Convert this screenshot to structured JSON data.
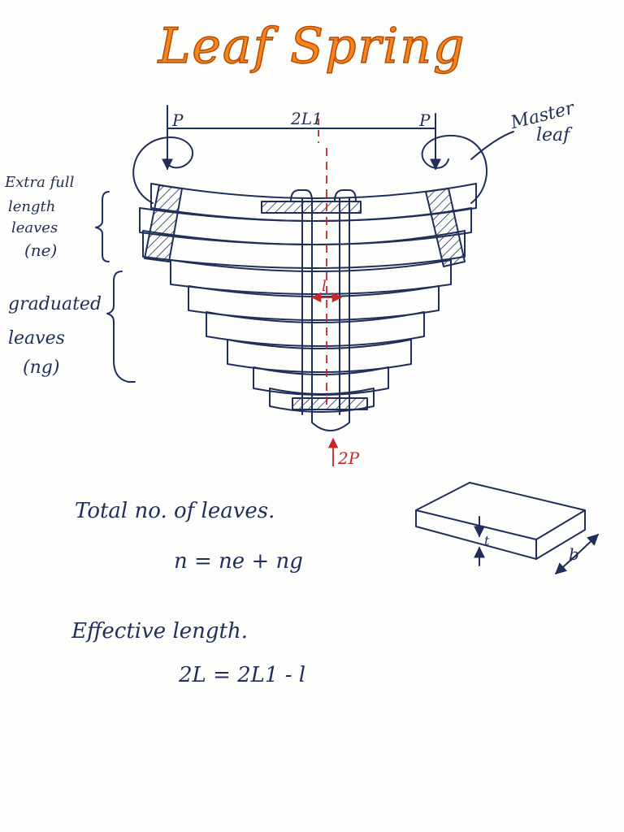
{
  "title": "Leaf Spring",
  "labels": {
    "load_left": "P",
    "load_right": "P",
    "span": "2L1",
    "center_load": "2P",
    "band_width": "l",
    "thickness": "t",
    "width": "b",
    "master_leaf": [
      "Master",
      "leaf"
    ],
    "extra_full": [
      "Extra full",
      "length",
      "leaves",
      "(ne)"
    ],
    "graduated": [
      "graduated",
      "leaves",
      "(ng)"
    ]
  },
  "notes": {
    "total_heading": "Total no. of leaves.",
    "total_formula": "n = ne + ng",
    "effective_heading": "Effective length.",
    "effective_formula": "2L = 2L1 - l"
  },
  "colors": {
    "ink": "#1f2f5a",
    "accent": "#c62828",
    "title": "#f3841e"
  }
}
